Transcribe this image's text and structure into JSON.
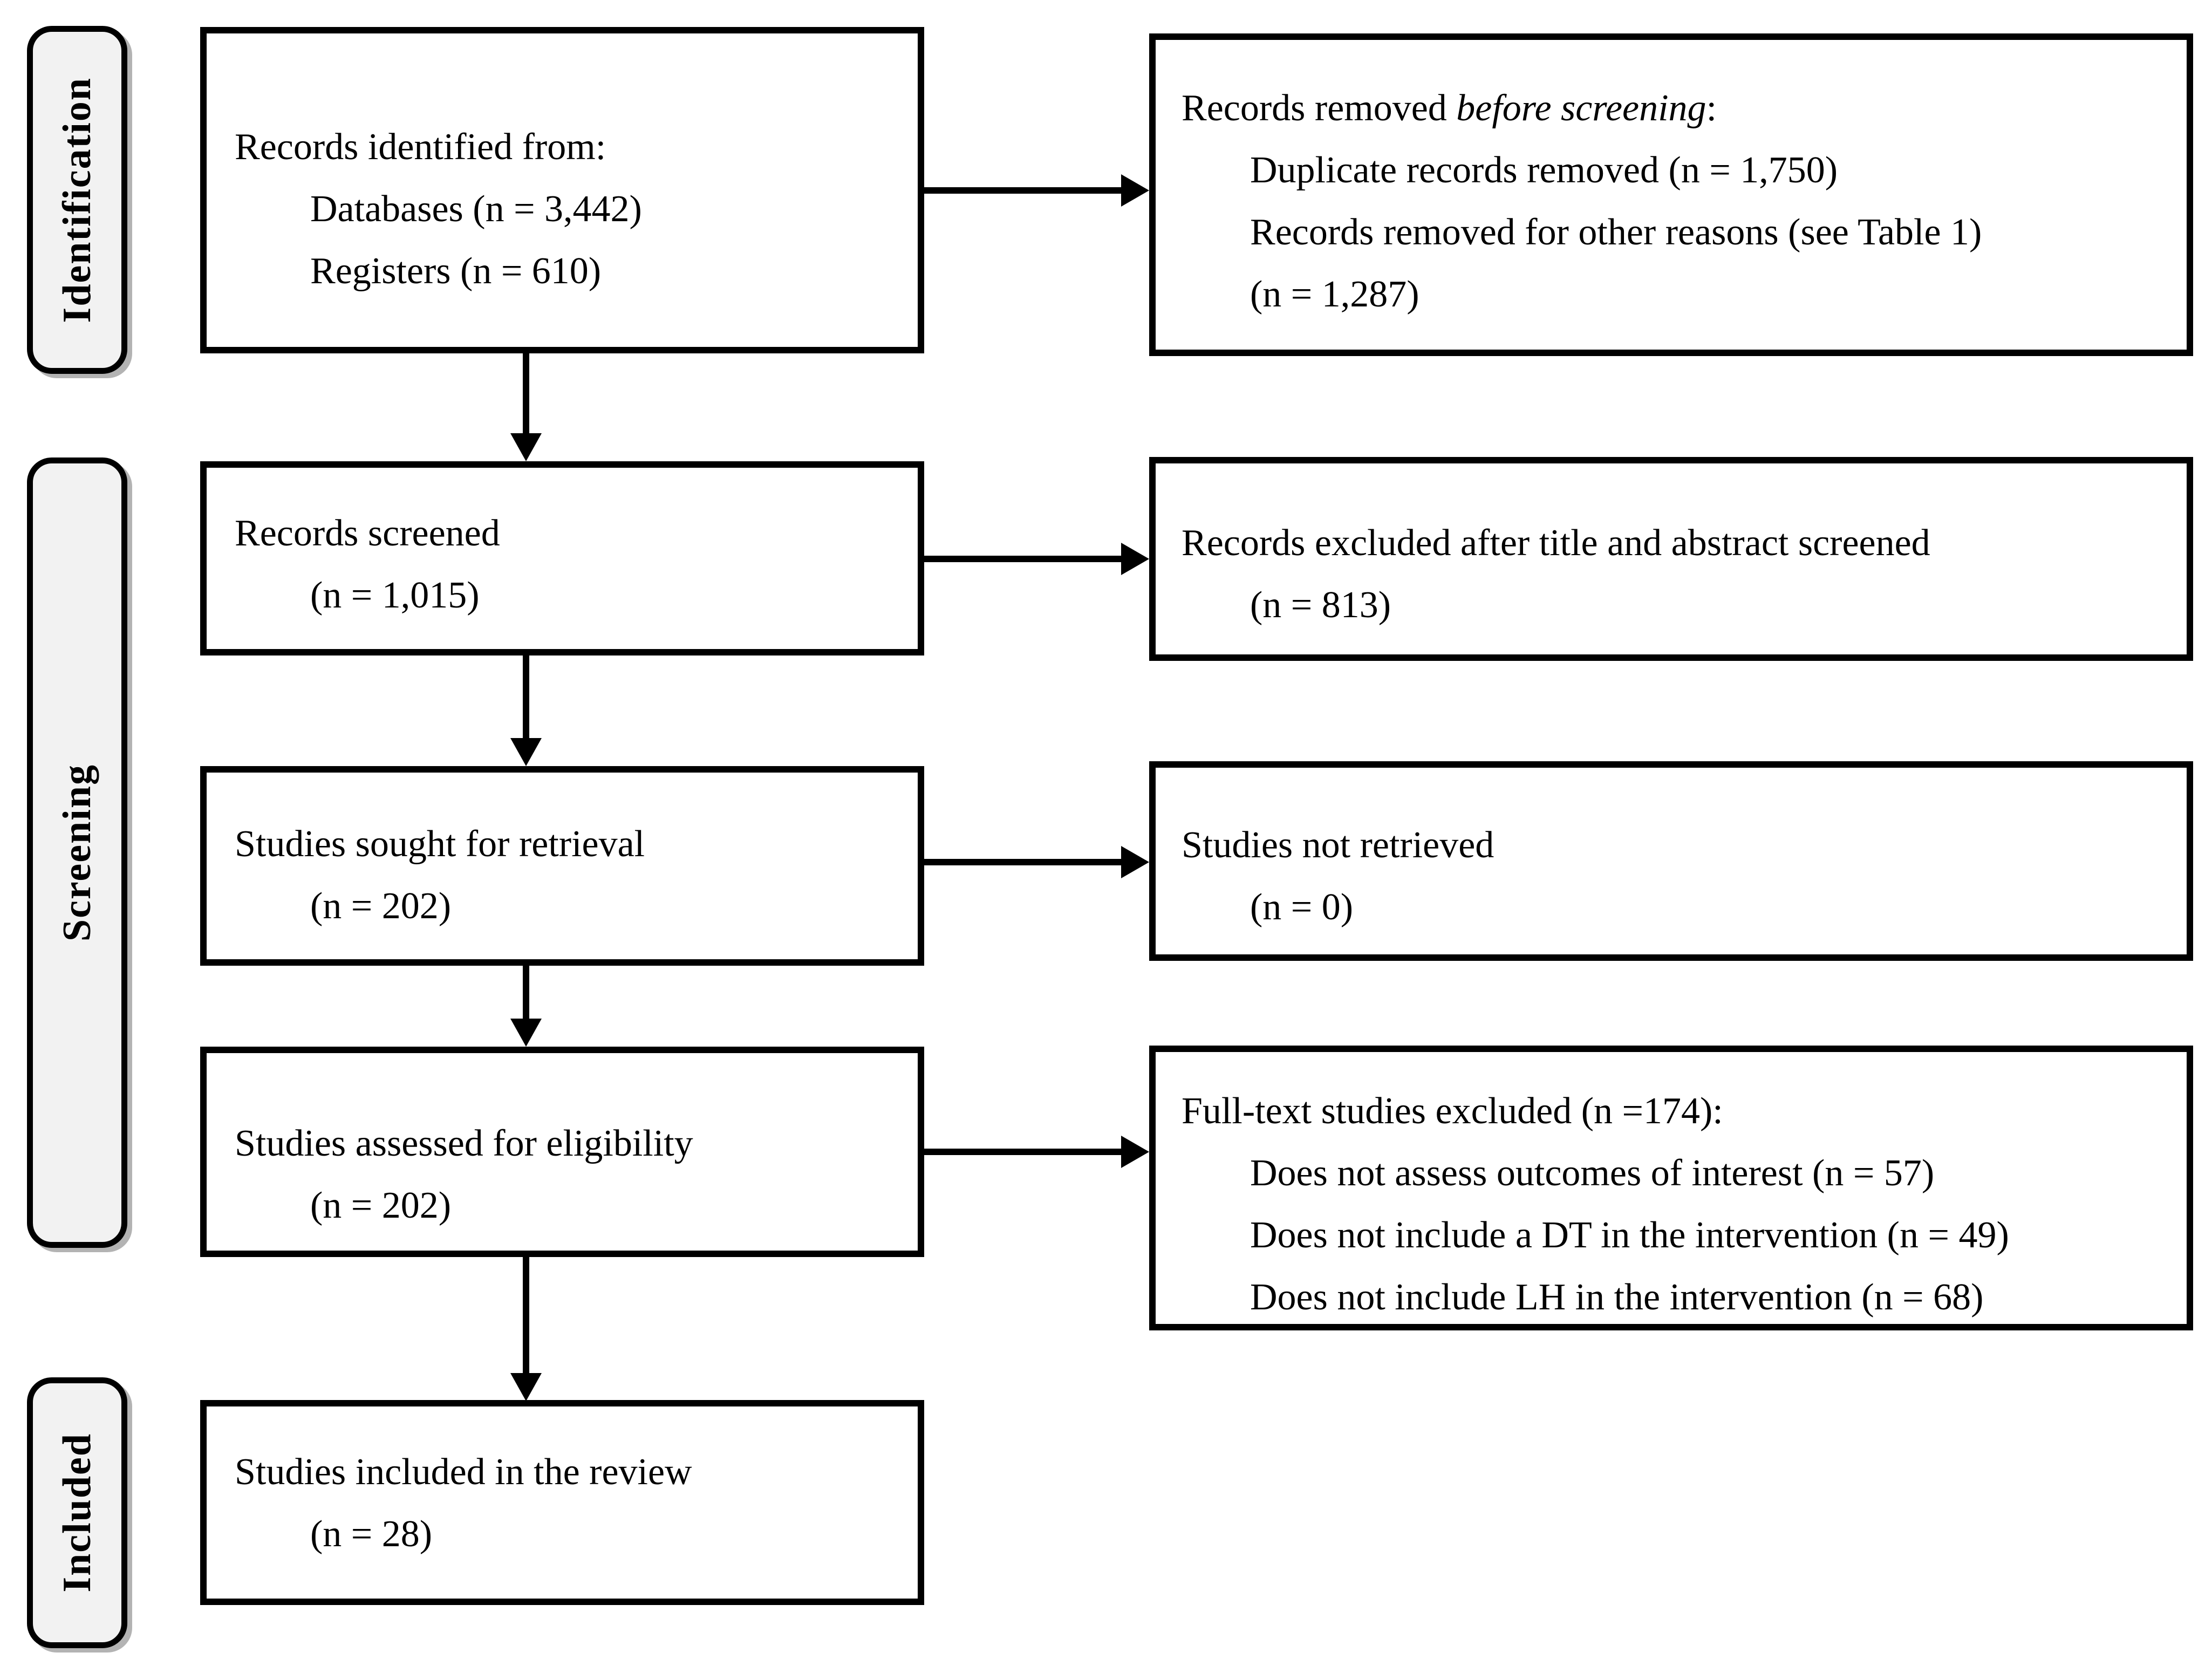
{
  "colors": {
    "line": "#000000",
    "text": "#000000",
    "box_fill": "#ffffff",
    "stage_fill": "#f2f2f2",
    "stage_shadow": "#b3b3b3",
    "background": "#ffffff"
  },
  "stages": {
    "identification": "Identification",
    "screening": "Screening",
    "included": "Included"
  },
  "boxes": {
    "records_identified": {
      "lines": [
        "Records identified from:",
        "Databases (n = 3,442)",
        "Registers (n = 610)"
      ]
    },
    "records_removed": {
      "first_line": {
        "prefix": "Records removed ",
        "italic": "before screening",
        "suffix": ":"
      },
      "lines": [
        "Duplicate records removed (n = 1,750)",
        "Records removed for other reasons (see Table 1)",
        "(n = 1,287)"
      ]
    },
    "records_screened": {
      "lines": [
        "Records screened",
        "(n = 1,015)"
      ]
    },
    "records_excluded": {
      "lines": [
        "Records excluded after title and abstract screened",
        "(n = 813)"
      ]
    },
    "studies_sought": {
      "lines": [
        "Studies sought for retrieval",
        "(n = 202)"
      ]
    },
    "studies_not_retrieved": {
      "lines": [
        "Studies not retrieved",
        "(n = 0)"
      ]
    },
    "studies_assessed": {
      "lines": [
        "Studies assessed for eligibility",
        "(n = 202)"
      ]
    },
    "fulltext_excluded": {
      "lines": [
        "Full-text studies excluded (n =174):",
        "Does not assess outcomes of interest (n = 57)",
        "Does not include a DT in the intervention (n = 49)",
        "Does not include LH in the intervention (n = 68)"
      ]
    },
    "studies_included": {
      "lines": [
        "Studies included in the review",
        "(n = 28)"
      ]
    }
  }
}
